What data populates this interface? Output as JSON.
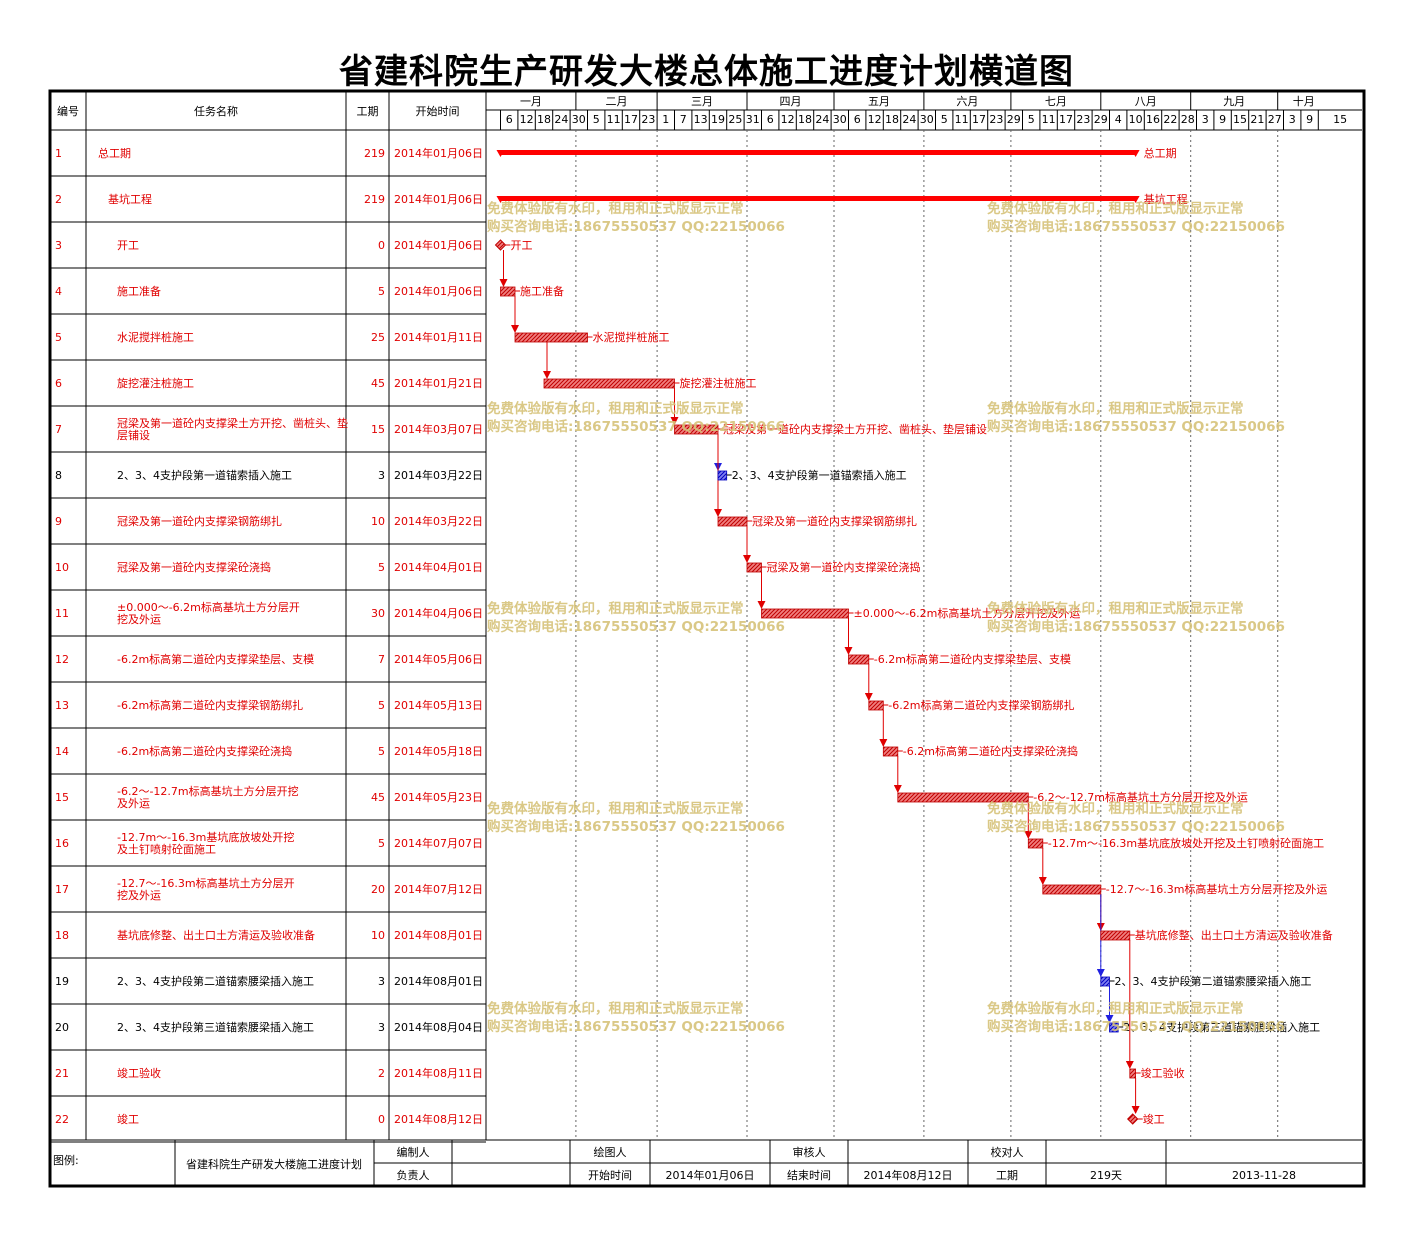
{
  "title": "省建科院生产研发大楼总体施工进度计划横道图",
  "headers": {
    "id": "编号",
    "name": "任务名称",
    "duration": "工期",
    "start": "开始时间"
  },
  "months": [
    {
      "label": "一月",
      "start": "2014-01-01",
      "days": 31
    },
    {
      "label": "二月",
      "start": "2014-02-01",
      "days": 28
    },
    {
      "label": "三月",
      "start": "2014-03-01",
      "days": 31
    },
    {
      "label": "四月",
      "start": "2014-04-01",
      "days": 30
    },
    {
      "label": "五月",
      "start": "2014-05-01",
      "days": 31
    },
    {
      "label": "六月",
      "start": "2014-06-01",
      "days": 30
    },
    {
      "label": "七月",
      "start": "2014-07-01",
      "days": 31
    },
    {
      "label": "八月",
      "start": "2014-08-01",
      "days": 31
    },
    {
      "label": "九月",
      "start": "2014-09-01",
      "days": 30
    },
    {
      "label": "十月",
      "start": "2014-10-01",
      "days": 18
    }
  ],
  "watermark": {
    "line1": "免费体验版有水印，租用和正式版显示正常",
    "line2": "购买咨询电话:18675550537 QQ:22150066"
  },
  "footer": {
    "legend_label": "图例:",
    "plan_name": "省建科院生产研发大楼施工进度计划",
    "compiler_label": "编制人",
    "drawer_label": "绘图人",
    "reviewer_label": "审核人",
    "checker_label": "校对人",
    "owner_label": "负责人",
    "start_label": "开始时间",
    "start_value": "2014年01月06日",
    "end_label": "结束时间",
    "end_value": "2014年08月12日",
    "duration_label": "工期",
    "duration_value": "219天",
    "date_value": "2013-11-28"
  },
  "chart_data": {
    "type": "gantt",
    "title": "省建科院生产研发大楼总体施工进度计划横道图",
    "x_range": [
      "2014-01-01",
      "2014-10-18"
    ],
    "tick_days": [
      6,
      12,
      18,
      24,
      30,
      5,
      11,
      17,
      23,
      1,
      7,
      13,
      19,
      25,
      31,
      6,
      12,
      18,
      24,
      30,
      6,
      12,
      18,
      24,
      30,
      5,
      11,
      17,
      23,
      29,
      5,
      11,
      17,
      23,
      29,
      4,
      10,
      16,
      22,
      28,
      3,
      9,
      15,
      21,
      27,
      3,
      9,
      15
    ],
    "tasks": [
      {
        "id": "1",
        "name": "总工期",
        "duration": 219,
        "start": "2014-01-06",
        "start_text": "2014年01月06日",
        "type": "summary",
        "label": "总工期"
      },
      {
        "id": "2",
        "name": "基坑工程",
        "duration": 219,
        "start": "2014-01-06",
        "start_text": "2014年01月06日",
        "type": "summary",
        "label": "基坑工程"
      },
      {
        "id": "3",
        "name": "开工",
        "duration": 0,
        "start": "2014-01-06",
        "start_text": "2014年01月06日",
        "type": "milestone",
        "label": "开工"
      },
      {
        "id": "4",
        "name": "施工准备",
        "duration": 5,
        "start": "2014-01-06",
        "start_text": "2014年01月06日",
        "type": "critical",
        "label": "施工准备"
      },
      {
        "id": "5",
        "name": "水泥搅拌桩施工",
        "duration": 25,
        "start": "2014-01-11",
        "start_text": "2014年01月11日",
        "type": "critical",
        "label": "水泥搅拌桩施工"
      },
      {
        "id": "6",
        "name": "旋挖灌注桩施工",
        "duration": 45,
        "start": "2014-01-21",
        "start_text": "2014年01月21日",
        "type": "critical",
        "label": "旋挖灌注桩施工"
      },
      {
        "id": "7",
        "name": "冠梁及第一道砼内支撑梁土方开挖、凿桩头、垫层铺设",
        "duration": 15,
        "start": "2014-03-07",
        "start_text": "2014年03月07日",
        "type": "critical",
        "label": "冠梁及第一道砼内支撑梁土方开挖、凿桩头、垫层铺设"
      },
      {
        "id": "8",
        "name": "2、3、4支护段第一道锚索插入施工",
        "duration": 3,
        "start": "2014-03-22",
        "start_text": "2014年03月22日",
        "type": "normal",
        "label": "2、3、4支护段第一道锚索插入施工"
      },
      {
        "id": "9",
        "name": "冠梁及第一道砼内支撑梁钢筋绑扎",
        "duration": 10,
        "start": "2014-03-22",
        "start_text": "2014年03月22日",
        "type": "critical",
        "label": "冠梁及第一道砼内支撑梁钢筋绑扎"
      },
      {
        "id": "10",
        "name": "冠梁及第一道砼内支撑梁砼浇捣",
        "duration": 5,
        "start": "2014-04-01",
        "start_text": "2014年04月01日",
        "type": "critical",
        "label": "冠梁及第一道砼内支撑梁砼浇捣"
      },
      {
        "id": "11",
        "name": "±0.000～-6.2m标高基坑土方分层开挖及外运",
        "duration": 30,
        "start": "2014-04-06",
        "start_text": "2014年04月06日",
        "type": "critical",
        "label": "±0.000～-6.2m标高基坑土方分层开挖及外运"
      },
      {
        "id": "12",
        "name": "-6.2m标高第二道砼内支撑梁垫层、支模",
        "duration": 7,
        "start": "2014-05-06",
        "start_text": "2014年05月06日",
        "type": "critical",
        "label": "-6.2m标高第二道砼内支撑梁垫层、支模"
      },
      {
        "id": "13",
        "name": "-6.2m标高第二道砼内支撑梁钢筋绑扎",
        "duration": 5,
        "start": "2014-05-13",
        "start_text": "2014年05月13日",
        "type": "critical",
        "label": "-6.2m标高第二道砼内支撑梁钢筋绑扎"
      },
      {
        "id": "14",
        "name": "-6.2m标高第二道砼内支撑梁砼浇捣",
        "duration": 5,
        "start": "2014-05-18",
        "start_text": "2014年05月18日",
        "type": "critical",
        "label": "-6.2m标高第二道砼内支撑梁砼浇捣"
      },
      {
        "id": "15",
        "name": "-6.2～-12.7m标高基坑土方分层开挖及外运",
        "duration": 45,
        "start": "2014-05-23",
        "start_text": "2014年05月23日",
        "type": "critical",
        "label": "-6.2～-12.7m标高基坑土方分层开挖及外运"
      },
      {
        "id": "16",
        "name": "-12.7m～-16.3m基坑底放坡处开挖及土钉喷射砼面施工",
        "duration": 5,
        "start": "2014-07-07",
        "start_text": "2014年07月07日",
        "type": "critical",
        "label": "-12.7m～-16.3m基坑底放坡处开挖及土钉喷射砼面施工"
      },
      {
        "id": "17",
        "name": "-12.7～-16.3m标高基坑土方分层开挖及外运",
        "duration": 20,
        "start": "2014-07-12",
        "start_text": "2014年07月12日",
        "type": "critical",
        "label": "-12.7～-16.3m标高基坑土方分层开挖及外运"
      },
      {
        "id": "18",
        "name": "基坑底修整、出土口土方清运及验收准备",
        "duration": 10,
        "start": "2014-08-01",
        "start_text": "2014年08月01日",
        "type": "critical",
        "label": "基坑底修整、出土口土方清运及验收准备"
      },
      {
        "id": "19",
        "name": "2、3、4支护段第二道锚索腰梁插入施工",
        "duration": 3,
        "start": "2014-08-01",
        "start_text": "2014年08月01日",
        "type": "normal",
        "label": "2、3、4支护段第二道锚索腰梁插入施工"
      },
      {
        "id": "20",
        "name": "2、3、4支护段第三道锚索腰梁插入施工",
        "duration": 3,
        "start": "2014-08-04",
        "start_text": "2014年08月04日",
        "type": "normal",
        "label": "2、3、4支护段第三道锚索腰梁插入施工"
      },
      {
        "id": "21",
        "name": "竣工验收",
        "duration": 2,
        "start": "2014-08-11",
        "start_text": "2014年08月11日",
        "type": "critical",
        "label": "竣工验收"
      },
      {
        "id": "22",
        "name": "竣工",
        "duration": 0,
        "start": "2014-08-12",
        "start_text": "2014年08月12日",
        "type": "milestone",
        "label": "竣工"
      }
    ],
    "links": [
      [
        3,
        4
      ],
      [
        4,
        5
      ],
      [
        5,
        6
      ],
      [
        6,
        7
      ],
      [
        7,
        8
      ],
      [
        7,
        9
      ],
      [
        9,
        10
      ],
      [
        10,
        11
      ],
      [
        11,
        12
      ],
      [
        12,
        13
      ],
      [
        13,
        14
      ],
      [
        14,
        15
      ],
      [
        15,
        16
      ],
      [
        16,
        17
      ],
      [
        17,
        18
      ],
      [
        17,
        19
      ],
      [
        19,
        20
      ],
      [
        18,
        21
      ],
      [
        21,
        22
      ]
    ],
    "colors": {
      "critical": "#e00000",
      "normal": "#2020e0",
      "summary": "#ff0000",
      "grid": "#000000",
      "watermark": "#d6c37a"
    }
  }
}
